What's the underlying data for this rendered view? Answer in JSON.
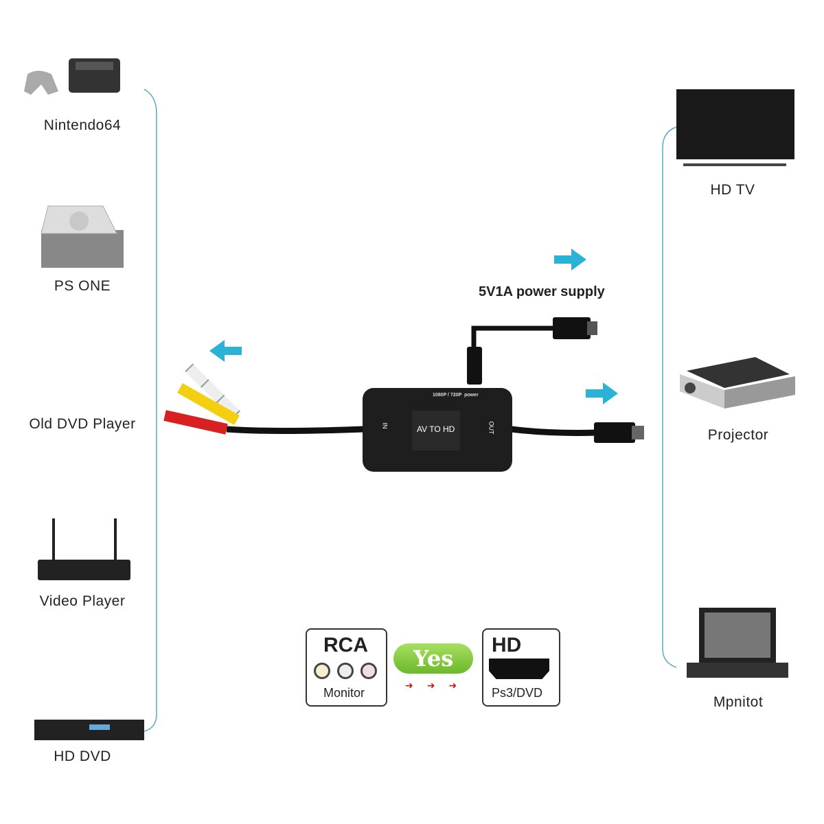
{
  "sources": [
    {
      "label": "Nintendo64"
    },
    {
      "label": "PS ONE"
    },
    {
      "label": "Old DVD Player"
    },
    {
      "label": "Video Player"
    },
    {
      "label": "HD DVD"
    }
  ],
  "outputs": [
    {
      "label": "HD TV"
    },
    {
      "label": "Projector"
    },
    {
      "label": "Mpnitot"
    }
  ],
  "converter": {
    "name": "AV TO HD",
    "in_label": "IN",
    "out_label": "OUT",
    "switch_label": "1080P / 720P",
    "power_label": "power"
  },
  "power_supply": "5V1A power supply",
  "legend": {
    "rca_title": "RCA",
    "rca_caption": "Monitor",
    "yes": "Yes",
    "hd_title": "HD",
    "hd_caption": "Ps3/DVD"
  },
  "colors": {
    "arrow": "#2bb3d6",
    "line": "#5aa8c8",
    "yes_green": "#7cc534",
    "rca_red": "#d82020",
    "rca_yellow": "#f2cf10"
  }
}
